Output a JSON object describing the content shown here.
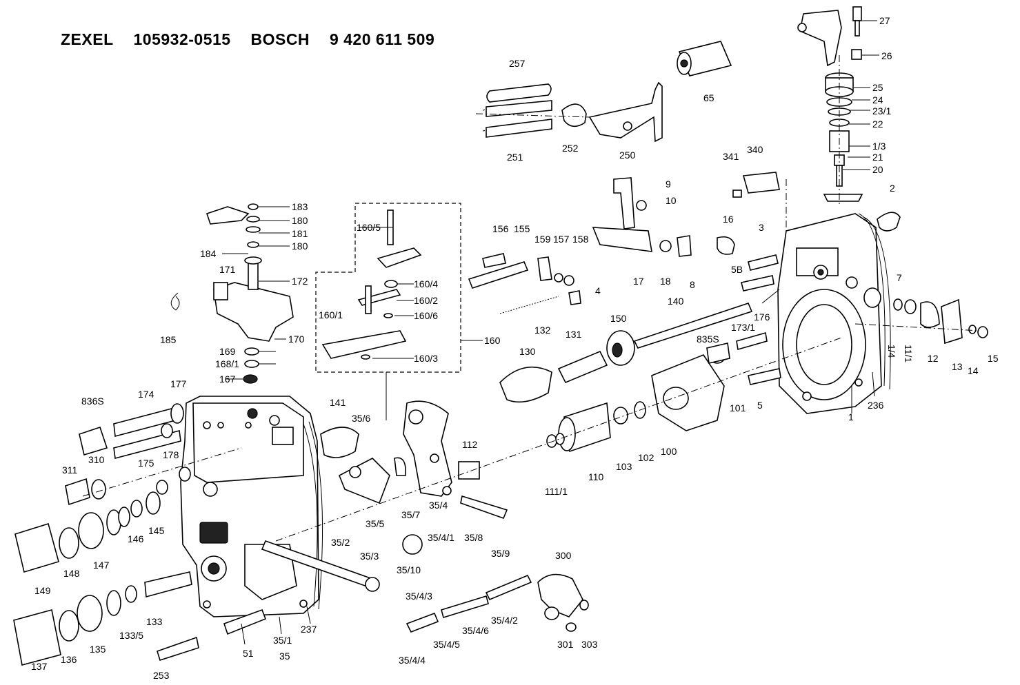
{
  "header": {
    "maker1": "ZEXEL",
    "part1": "105932-0515",
    "maker2": "BOSCH",
    "part2": "9 420 611 509"
  },
  "callouts": [
    {
      "id": "c257",
      "text": "257"
    },
    {
      "id": "c65",
      "text": "65"
    },
    {
      "id": "c252",
      "text": "252"
    },
    {
      "id": "c250",
      "text": "250"
    },
    {
      "id": "c251",
      "text": "251"
    },
    {
      "id": "c27",
      "text": "27"
    },
    {
      "id": "c26",
      "text": "26"
    },
    {
      "id": "c25",
      "text": "25"
    },
    {
      "id": "c24",
      "text": "24"
    },
    {
      "id": "c23_1",
      "text": "23/1"
    },
    {
      "id": "c22",
      "text": "22"
    },
    {
      "id": "c1_3",
      "text": "1/3"
    },
    {
      "id": "c21",
      "text": "21"
    },
    {
      "id": "c20",
      "text": "20"
    },
    {
      "id": "c341",
      "text": "341"
    },
    {
      "id": "c340",
      "text": "340"
    },
    {
      "id": "c2",
      "text": "2"
    },
    {
      "id": "c9",
      "text": "9"
    },
    {
      "id": "c10",
      "text": "10"
    },
    {
      "id": "c183",
      "text": "183"
    },
    {
      "id": "c180a",
      "text": "180"
    },
    {
      "id": "c181",
      "text": "181"
    },
    {
      "id": "c180b",
      "text": "180"
    },
    {
      "id": "c184",
      "text": "184"
    },
    {
      "id": "c171",
      "text": "171"
    },
    {
      "id": "c172",
      "text": "172"
    },
    {
      "id": "c185",
      "text": "185"
    },
    {
      "id": "c170",
      "text": "170"
    },
    {
      "id": "c169",
      "text": "169"
    },
    {
      "id": "c168_1",
      "text": "168/1"
    },
    {
      "id": "c167",
      "text": "167"
    },
    {
      "id": "c160_5",
      "text": "160/5"
    },
    {
      "id": "c160_4",
      "text": "160/4"
    },
    {
      "id": "c160_2",
      "text": "160/2"
    },
    {
      "id": "c160_1",
      "text": "160/1"
    },
    {
      "id": "c160_6",
      "text": "160/6"
    },
    {
      "id": "c160_3",
      "text": "160/3"
    },
    {
      "id": "c160",
      "text": "160"
    },
    {
      "id": "c156",
      "text": "156"
    },
    {
      "id": "c155",
      "text": "155"
    },
    {
      "id": "c159",
      "text": "159"
    },
    {
      "id": "c157",
      "text": "157"
    },
    {
      "id": "c158",
      "text": "158"
    },
    {
      "id": "c16",
      "text": "16"
    },
    {
      "id": "c3",
      "text": "3"
    },
    {
      "id": "c4",
      "text": "4"
    },
    {
      "id": "c17",
      "text": "17"
    },
    {
      "id": "c18",
      "text": "18"
    },
    {
      "id": "c8",
      "text": "8"
    },
    {
      "id": "c5B",
      "text": "5B"
    },
    {
      "id": "c132",
      "text": "132"
    },
    {
      "id": "c140",
      "text": "140"
    },
    {
      "id": "c7",
      "text": "7"
    },
    {
      "id": "c1_4",
      "text": "1/4"
    },
    {
      "id": "c11_1",
      "text": "11/1"
    },
    {
      "id": "c12",
      "text": "12"
    },
    {
      "id": "c13",
      "text": "13"
    },
    {
      "id": "c14",
      "text": "14"
    },
    {
      "id": "c15",
      "text": "15"
    },
    {
      "id": "c131",
      "text": "131"
    },
    {
      "id": "c150",
      "text": "150"
    },
    {
      "id": "c173_1",
      "text": "173/1"
    },
    {
      "id": "c176",
      "text": "176"
    },
    {
      "id": "c835S",
      "text": "835S"
    },
    {
      "id": "c130",
      "text": "130"
    },
    {
      "id": "c101",
      "text": "101"
    },
    {
      "id": "c5",
      "text": "5"
    },
    {
      "id": "c1",
      "text": "1"
    },
    {
      "id": "c236",
      "text": "236"
    },
    {
      "id": "c836S",
      "text": "836S"
    },
    {
      "id": "c174",
      "text": "174"
    },
    {
      "id": "c177",
      "text": "177"
    },
    {
      "id": "c141",
      "text": "141"
    },
    {
      "id": "c35_6",
      "text": "35/6"
    },
    {
      "id": "c112",
      "text": "112"
    },
    {
      "id": "c111_1",
      "text": "111/1"
    },
    {
      "id": "c110",
      "text": "110"
    },
    {
      "id": "c103",
      "text": "103"
    },
    {
      "id": "c102",
      "text": "102"
    },
    {
      "id": "c100",
      "text": "100"
    },
    {
      "id": "c175",
      "text": "175"
    },
    {
      "id": "c178",
      "text": "178"
    },
    {
      "id": "c311",
      "text": "311"
    },
    {
      "id": "c310",
      "text": "310"
    },
    {
      "id": "c35_5",
      "text": "35/5"
    },
    {
      "id": "c35_7",
      "text": "35/7"
    },
    {
      "id": "c35_4",
      "text": "35/4"
    },
    {
      "id": "c35_4_1",
      "text": "35/4/1"
    },
    {
      "id": "c35_8",
      "text": "35/8"
    },
    {
      "id": "c35_9",
      "text": "35/9"
    },
    {
      "id": "c146",
      "text": "146"
    },
    {
      "id": "c145",
      "text": "145"
    },
    {
      "id": "c148",
      "text": "148"
    },
    {
      "id": "c147",
      "text": "147"
    },
    {
      "id": "c149",
      "text": "149"
    },
    {
      "id": "c35_2",
      "text": "35/2"
    },
    {
      "id": "c35_3",
      "text": "35/3"
    },
    {
      "id": "c35_10",
      "text": "35/10"
    },
    {
      "id": "c300",
      "text": "300"
    },
    {
      "id": "c35_4_3",
      "text": "35/4/3"
    },
    {
      "id": "c35_4_2",
      "text": "35/4/2"
    },
    {
      "id": "c35_4_6",
      "text": "35/4/6"
    },
    {
      "id": "c35_4_5",
      "text": "35/4/5"
    },
    {
      "id": "c35_4_4",
      "text": "35/4/4"
    },
    {
      "id": "c301",
      "text": "301"
    },
    {
      "id": "c303",
      "text": "303"
    },
    {
      "id": "c133",
      "text": "133"
    },
    {
      "id": "c133_5",
      "text": "133/5"
    },
    {
      "id": "c135",
      "text": "135"
    },
    {
      "id": "c136",
      "text": "136"
    },
    {
      "id": "c137",
      "text": "137"
    },
    {
      "id": "c253",
      "text": "253"
    },
    {
      "id": "c51",
      "text": "51"
    },
    {
      "id": "c35_1",
      "text": "35/1"
    },
    {
      "id": "c35",
      "text": "35"
    },
    {
      "id": "c237",
      "text": "237"
    }
  ]
}
